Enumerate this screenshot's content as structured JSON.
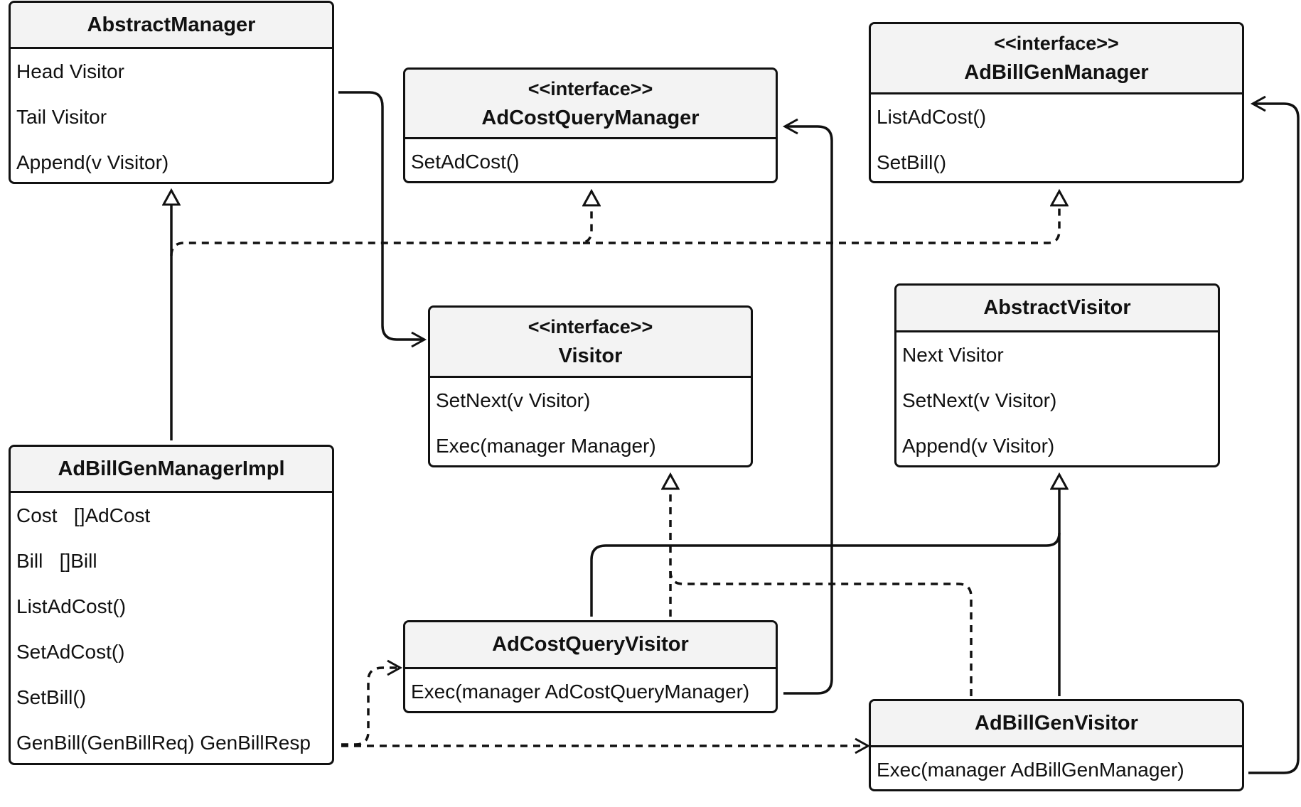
{
  "diagram": {
    "classes": {
      "abstract_manager": {
        "stereotype": "",
        "name": "AbstractManager",
        "members": [
          "Head Visitor",
          "Tail Visitor",
          "Append(v Visitor)"
        ]
      },
      "ad_cost_query_manager": {
        "stereotype": "<<interface>>",
        "name": "AdCostQueryManager",
        "members": [
          "SetAdCost()"
        ]
      },
      "ad_bill_gen_manager": {
        "stereotype": "<<interface>>",
        "name": "AdBillGenManager",
        "members": [
          "ListAdCost()",
          "SetBill()"
        ]
      },
      "visitor": {
        "stereotype": "<<interface>>",
        "name": "Visitor",
        "members": [
          "SetNext(v Visitor)",
          "Exec(manager Manager)"
        ]
      },
      "abstract_visitor": {
        "stereotype": "",
        "name": "AbstractVisitor",
        "members": [
          "Next Visitor",
          "SetNext(v Visitor)",
          "Append(v Visitor)"
        ]
      },
      "ad_bill_gen_manager_impl": {
        "stereotype": "",
        "name": "AdBillGenManagerImpl",
        "members": [
          "Cost   []AdCost",
          "Bill   []Bill",
          "ListAdCost()",
          "SetAdCost()",
          "SetBill()",
          "GenBill(GenBillReq) GenBillResp"
        ]
      },
      "ad_cost_query_visitor": {
        "stereotype": "",
        "name": "AdCostQueryVisitor",
        "members": [
          "Exec(manager AdCostQueryManager)"
        ]
      },
      "ad_bill_gen_visitor": {
        "stereotype": "",
        "name": "AdBillGenVisitor",
        "members": [
          "Exec(manager AdBillGenManager)"
        ]
      }
    },
    "relationships": [
      {
        "from": "ad_bill_gen_manager_impl",
        "to": "abstract_manager",
        "kind": "inheritance"
      },
      {
        "from": "ad_bill_gen_manager_impl",
        "to": "ad_cost_query_manager",
        "kind": "realization"
      },
      {
        "from": "ad_bill_gen_manager_impl",
        "to": "ad_bill_gen_manager",
        "kind": "realization"
      },
      {
        "from": "abstract_manager",
        "to": "visitor",
        "kind": "association"
      },
      {
        "from": "ad_cost_query_visitor",
        "to": "visitor",
        "kind": "realization"
      },
      {
        "from": "ad_bill_gen_visitor",
        "to": "visitor",
        "kind": "realization"
      },
      {
        "from": "ad_cost_query_visitor",
        "to": "abstract_visitor",
        "kind": "inheritance"
      },
      {
        "from": "ad_bill_gen_visitor",
        "to": "abstract_visitor",
        "kind": "inheritance"
      },
      {
        "from": "ad_cost_query_visitor",
        "to": "ad_cost_query_manager",
        "kind": "association"
      },
      {
        "from": "ad_bill_gen_visitor",
        "to": "ad_bill_gen_manager",
        "kind": "association"
      },
      {
        "from": "ad_bill_gen_manager_impl",
        "to": "ad_cost_query_visitor",
        "kind": "dependency"
      },
      {
        "from": "ad_bill_gen_manager_impl",
        "to": "ad_bill_gen_visitor",
        "kind": "dependency"
      }
    ]
  }
}
